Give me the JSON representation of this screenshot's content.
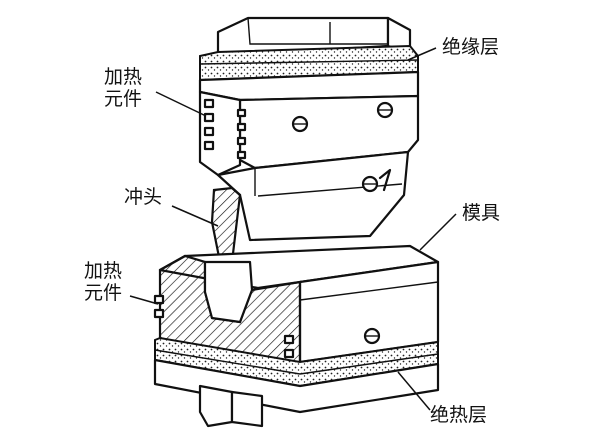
{
  "labels": {
    "insulation_top": "绝缘层",
    "heating_element_top_line1": "加热",
    "heating_element_top_line2": "元件",
    "punch": "冲头",
    "die": "模具",
    "heating_element_bottom_line1": "加热",
    "heating_element_bottom_line2": "元件",
    "insulation_bottom": "绝热层"
  },
  "colors": {
    "ink": "#111111",
    "background": "#ffffff"
  }
}
